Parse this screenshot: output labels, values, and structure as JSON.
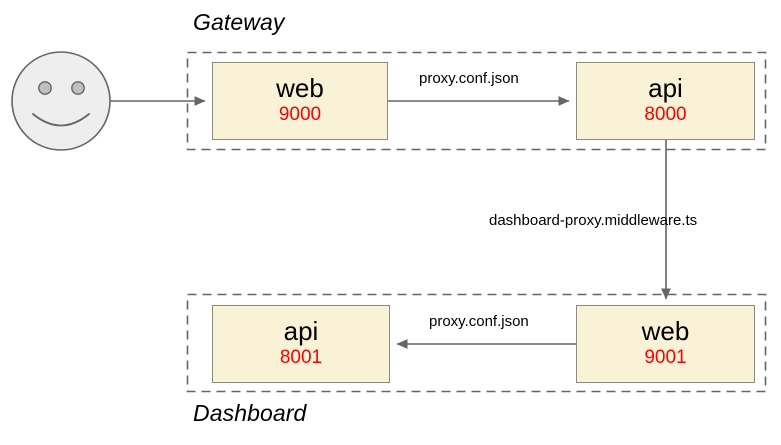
{
  "diagram": {
    "title_visible": false,
    "colors": {
      "node_fill": "#FAF2D7",
      "node_stroke": "#8C8C7E",
      "port_text": "#FF0000",
      "edge_stroke": "#666666",
      "group_stroke": "#666666",
      "actor_fill": "#EEEEEE",
      "actor_stroke": "#666666",
      "label_text": "#000000"
    },
    "actor": {
      "name": "user",
      "icon": "smiley-face-icon"
    },
    "groups": [
      {
        "id": "gateway",
        "label": "Gateway",
        "label_position": "above",
        "nodes": [
          "gateway-web",
          "gateway-api"
        ]
      },
      {
        "id": "dashboard",
        "label": "Dashboard",
        "label_position": "below",
        "nodes": [
          "dashboard-api",
          "dashboard-web"
        ]
      }
    ],
    "nodes": [
      {
        "id": "gateway-web",
        "name": "web",
        "port": "9000"
      },
      {
        "id": "gateway-api",
        "name": "api",
        "port": "8000"
      },
      {
        "id": "dashboard-api",
        "name": "api",
        "port": "8001"
      },
      {
        "id": "dashboard-web",
        "name": "web",
        "port": "9001"
      }
    ],
    "edges": [
      {
        "id": "actor-to-gateway-web",
        "from": "user",
        "to": "gateway-web",
        "label": "",
        "direction": "right"
      },
      {
        "id": "gateway-web-to-gateway-api",
        "from": "gateway-web",
        "to": "gateway-api",
        "label": "proxy.conf.json",
        "direction": "right"
      },
      {
        "id": "gateway-api-to-dashboard-web",
        "from": "gateway-api",
        "to": "dashboard-web",
        "label": "dashboard-proxy.middleware.ts",
        "direction": "down"
      },
      {
        "id": "dashboard-web-to-dashboard-api",
        "from": "dashboard-web",
        "to": "dashboard-api",
        "label": "proxy.conf.json",
        "direction": "left"
      }
    ]
  }
}
